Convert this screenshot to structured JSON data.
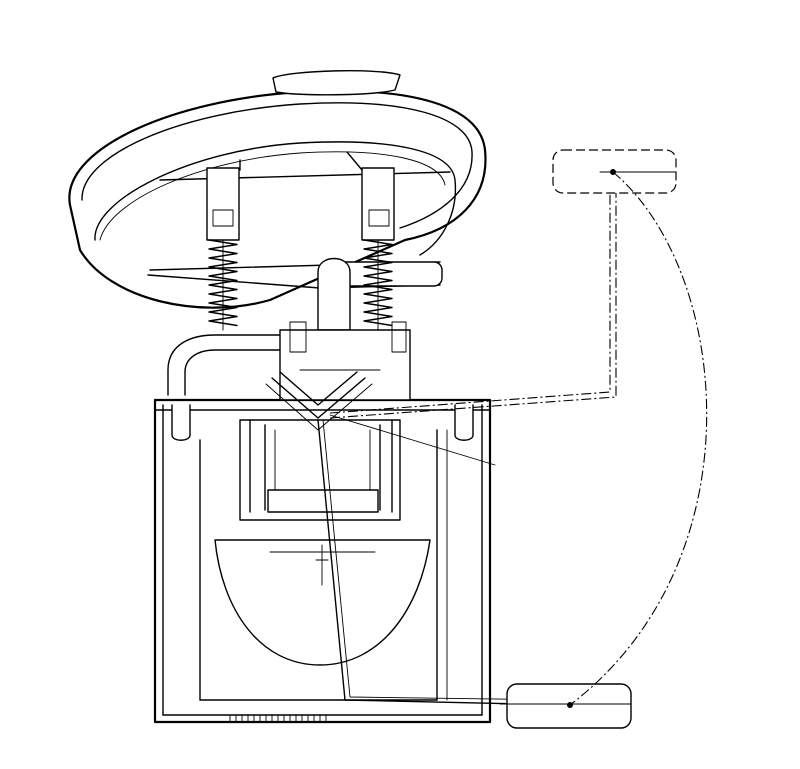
{
  "figure": {
    "subject": "fuel-pump-module",
    "line_color": "#000000",
    "background": "#ffffff",
    "components": [
      "flange-cap",
      "guide-rods",
      "compression-springs",
      "outlet-tube",
      "reservoir-housing",
      "pump-assembly",
      "jet-bowl",
      "float-arm",
      "float-upper-position",
      "float-lower-position",
      "float-swing-arc"
    ]
  }
}
